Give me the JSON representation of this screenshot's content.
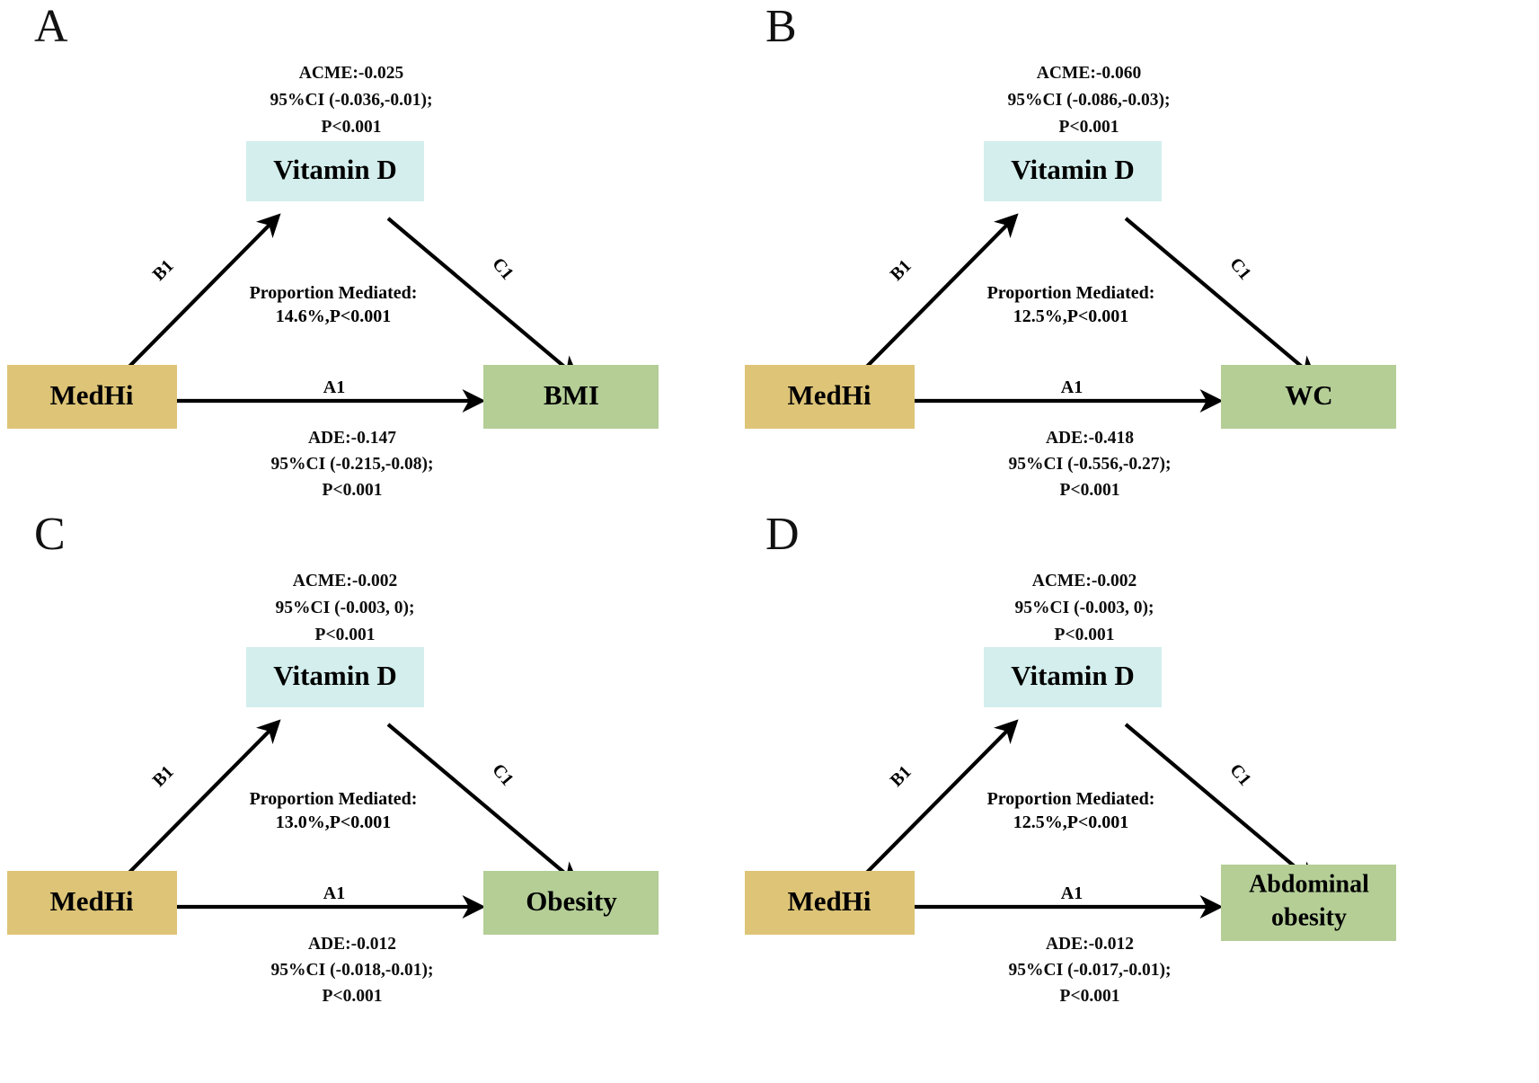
{
  "figure": {
    "type": "mediation-diagram-grid",
    "background": "#ffffff",
    "colors": {
      "mediator_box": "#d3eeed",
      "exposure_box": "#ddc477",
      "outcome_box": "#b4ce96",
      "arrow": "#000000",
      "text": "#000000"
    }
  },
  "common": {
    "exposure_label": "MedHi",
    "mediator_label": "Vitamin D",
    "path_a_label": "A1",
    "path_b_label": "B1",
    "path_c_label": "C1",
    "proportion_prefix": "Proportion Mediated:"
  },
  "panels": [
    {
      "letter": "A",
      "exposure": "MedHi",
      "mediator": "Vitamin D",
      "outcome": "BMI",
      "outcome_lines": [
        "BMI"
      ],
      "acme": {
        "estimate": "ACME:-0.025",
        "ci": "95%CI (-0.036,-0.01);",
        "p": "P<0.001"
      },
      "ade": {
        "estimate": "ADE:-0.147",
        "ci": "95%CI (-0.215,-0.08);",
        "p": "P<0.001"
      },
      "proportion": {
        "title": "Proportion Mediated:",
        "value": "14.6%,P<0.001"
      },
      "paths": {
        "a": "A1",
        "b": "B1",
        "c": "C1"
      }
    },
    {
      "letter": "B",
      "exposure": "MedHi",
      "mediator": "Vitamin D",
      "outcome": "WC",
      "outcome_lines": [
        "WC"
      ],
      "acme": {
        "estimate": "ACME:-0.060",
        "ci": "95%CI (-0.086,-0.03);",
        "p": "P<0.001"
      },
      "ade": {
        "estimate": "ADE:-0.418",
        "ci": "95%CI (-0.556,-0.27);",
        "p": "P<0.001"
      },
      "proportion": {
        "title": "Proportion Mediated:",
        "value": "12.5%,P<0.001"
      },
      "paths": {
        "a": "A1",
        "b": "B1",
        "c": "C1"
      }
    },
    {
      "letter": "C",
      "exposure": "MedHi",
      "mediator": "Vitamin D",
      "outcome": "Obesity",
      "outcome_lines": [
        "Obesity"
      ],
      "acme": {
        "estimate": "ACME:-0.002",
        "ci": "95%CI (-0.003, 0);",
        "p": "P<0.001"
      },
      "ade": {
        "estimate": "ADE:-0.012",
        "ci": "95%CI (-0.018,-0.01);",
        "p": "P<0.001"
      },
      "proportion": {
        "title": "Proportion Mediated:",
        "value": "13.0%,P<0.001"
      },
      "paths": {
        "a": "A1",
        "b": "B1",
        "c": "C1"
      }
    },
    {
      "letter": "D",
      "exposure": "MedHi",
      "mediator": "Vitamin D",
      "outcome": "Abdominal obesity",
      "outcome_lines": [
        "Abdominal",
        "obesity"
      ],
      "acme": {
        "estimate": "ACME:-0.002",
        "ci": "95%CI (-0.003, 0);",
        "p": "P<0.001"
      },
      "ade": {
        "estimate": "ADE:-0.012",
        "ci": "95%CI (-0.017,-0.01);",
        "p": "P<0.001"
      },
      "proportion": {
        "title": "Proportion Mediated:",
        "value": "12.5%,P<0.001"
      },
      "paths": {
        "a": "A1",
        "b": "B1",
        "c": "C1"
      }
    }
  ]
}
